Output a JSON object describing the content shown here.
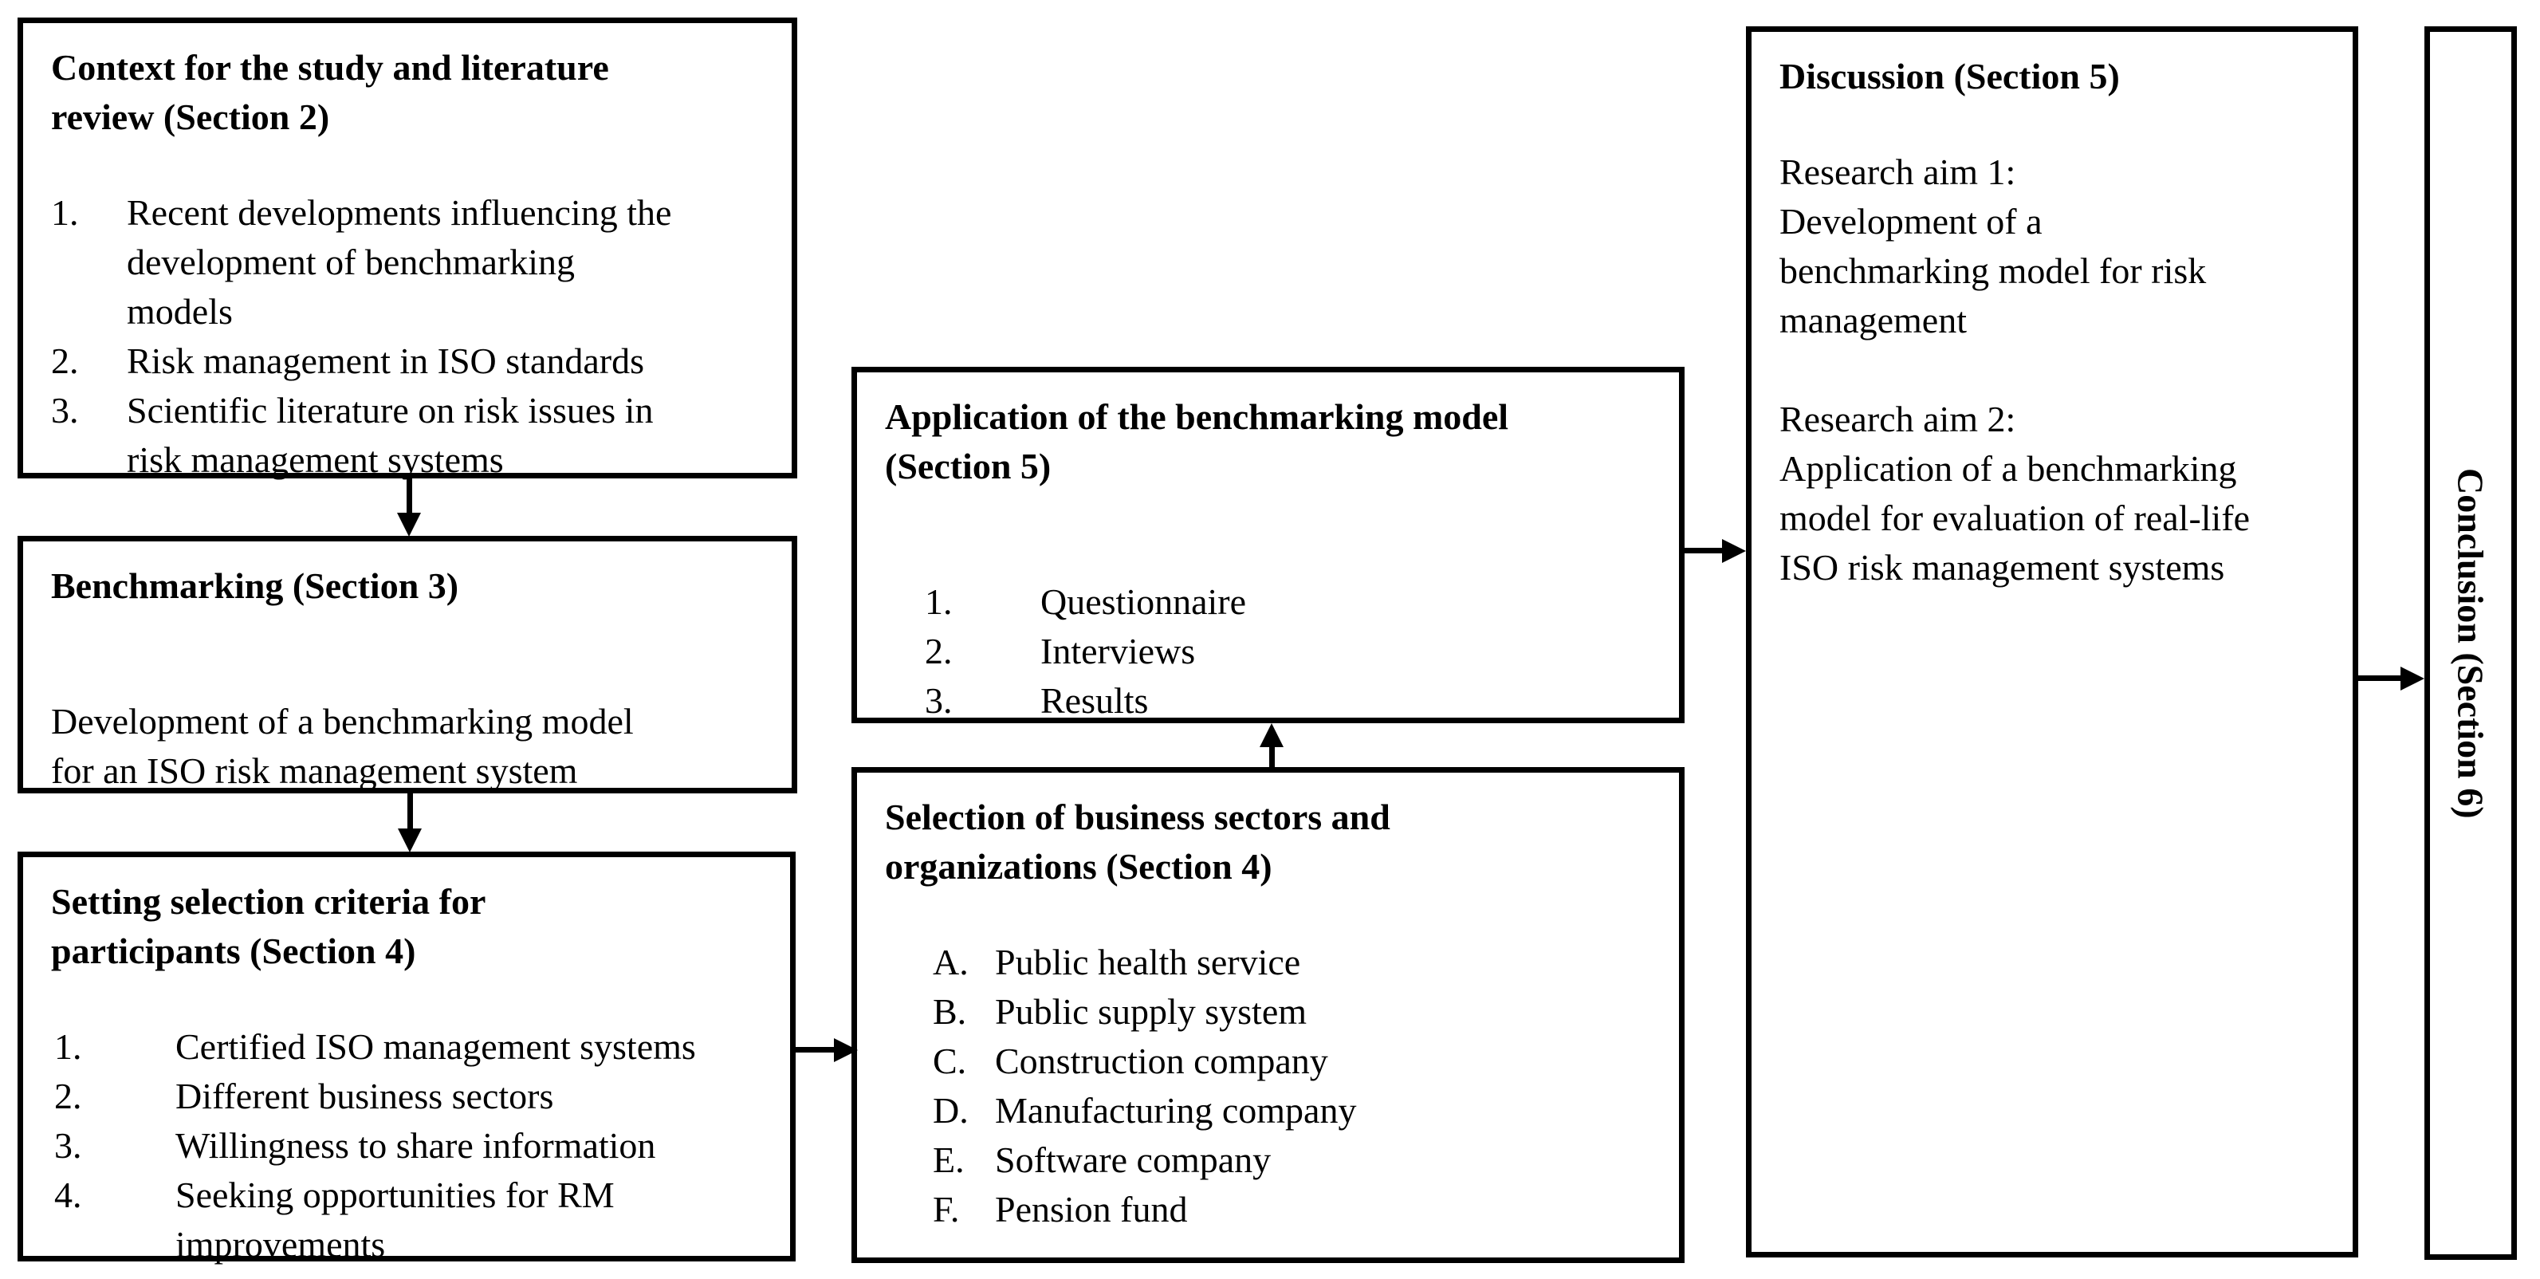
{
  "figure": {
    "background": "#ffffff",
    "ink": "#000000",
    "description": "Flowchart of research paper structure"
  },
  "boxes": {
    "context": {
      "title_lines": [
        "Context for the study and literature",
        "review (Section 2)"
      ],
      "items": [
        {
          "marker": "1.",
          "lines": [
            "Recent developments influencing the",
            "development of benchmarking",
            "models"
          ]
        },
        {
          "marker": "2.",
          "lines": [
            "Risk management in ISO standards"
          ]
        },
        {
          "marker": "3.",
          "lines": [
            "Scientific literature on risk issues in",
            "risk management systems"
          ]
        }
      ]
    },
    "benchmarking": {
      "title_lines": [
        "Benchmarking (Section 3)"
      ],
      "paragraph_lines": [
        "Development of a benchmarking model",
        "for an ISO risk management system"
      ]
    },
    "criteria": {
      "title_lines": [
        "Setting selection criteria for",
        "participants (Section 4)"
      ],
      "items": [
        {
          "marker": "1.",
          "lines": [
            "Certified ISO management systems"
          ]
        },
        {
          "marker": "2.",
          "lines": [
            "Different business sectors"
          ]
        },
        {
          "marker": "3.",
          "lines": [
            "Willingness to share information"
          ]
        },
        {
          "marker": "4.",
          "lines": [
            "Seeking opportunities for RM",
            "improvements"
          ]
        }
      ]
    },
    "application": {
      "title_lines": [
        "Application of the benchmarking model",
        "(Section 5)"
      ],
      "items": [
        {
          "marker": "1.",
          "lines": [
            "Questionnaire"
          ]
        },
        {
          "marker": "2.",
          "lines": [
            "Interviews"
          ]
        },
        {
          "marker": "3.",
          "lines": [
            "Results"
          ]
        }
      ]
    },
    "selection": {
      "title_lines": [
        "Selection of business sectors and",
        "organizations (Section 4)"
      ],
      "items": [
        {
          "marker": "A.",
          "lines": [
            "Public health service"
          ]
        },
        {
          "marker": "B.",
          "lines": [
            "Public supply system"
          ]
        },
        {
          "marker": "C.",
          "lines": [
            "Construction company"
          ]
        },
        {
          "marker": "D.",
          "lines": [
            "Manufacturing company"
          ]
        },
        {
          "marker": "E.",
          "lines": [
            "Software company"
          ]
        },
        {
          "marker": "F.",
          "lines": [
            "Pension fund"
          ]
        }
      ]
    },
    "discussion": {
      "title_lines": [
        "Discussion (Section 5)"
      ],
      "paragraphs": [
        {
          "lines": [
            "Research aim 1:",
            "Development of a",
            "benchmarking model for risk",
            "management"
          ]
        },
        {
          "lines": [
            "Research aim 2:",
            "Application of a benchmarking",
            "model for evaluation of real-life",
            "ISO risk management systems"
          ]
        }
      ]
    },
    "conclusion": {
      "title": "Conclusion (Section 6)"
    }
  },
  "arrows": [
    {
      "from": "context",
      "to": "benchmarking",
      "direction": "down"
    },
    {
      "from": "benchmarking",
      "to": "criteria",
      "direction": "down"
    },
    {
      "from": "criteria",
      "to": "selection",
      "direction": "right"
    },
    {
      "from": "selection",
      "to": "application",
      "direction": "up"
    },
    {
      "from": "application",
      "to": "discussion",
      "direction": "right"
    },
    {
      "from": "discussion",
      "to": "conclusion",
      "direction": "right"
    }
  ]
}
